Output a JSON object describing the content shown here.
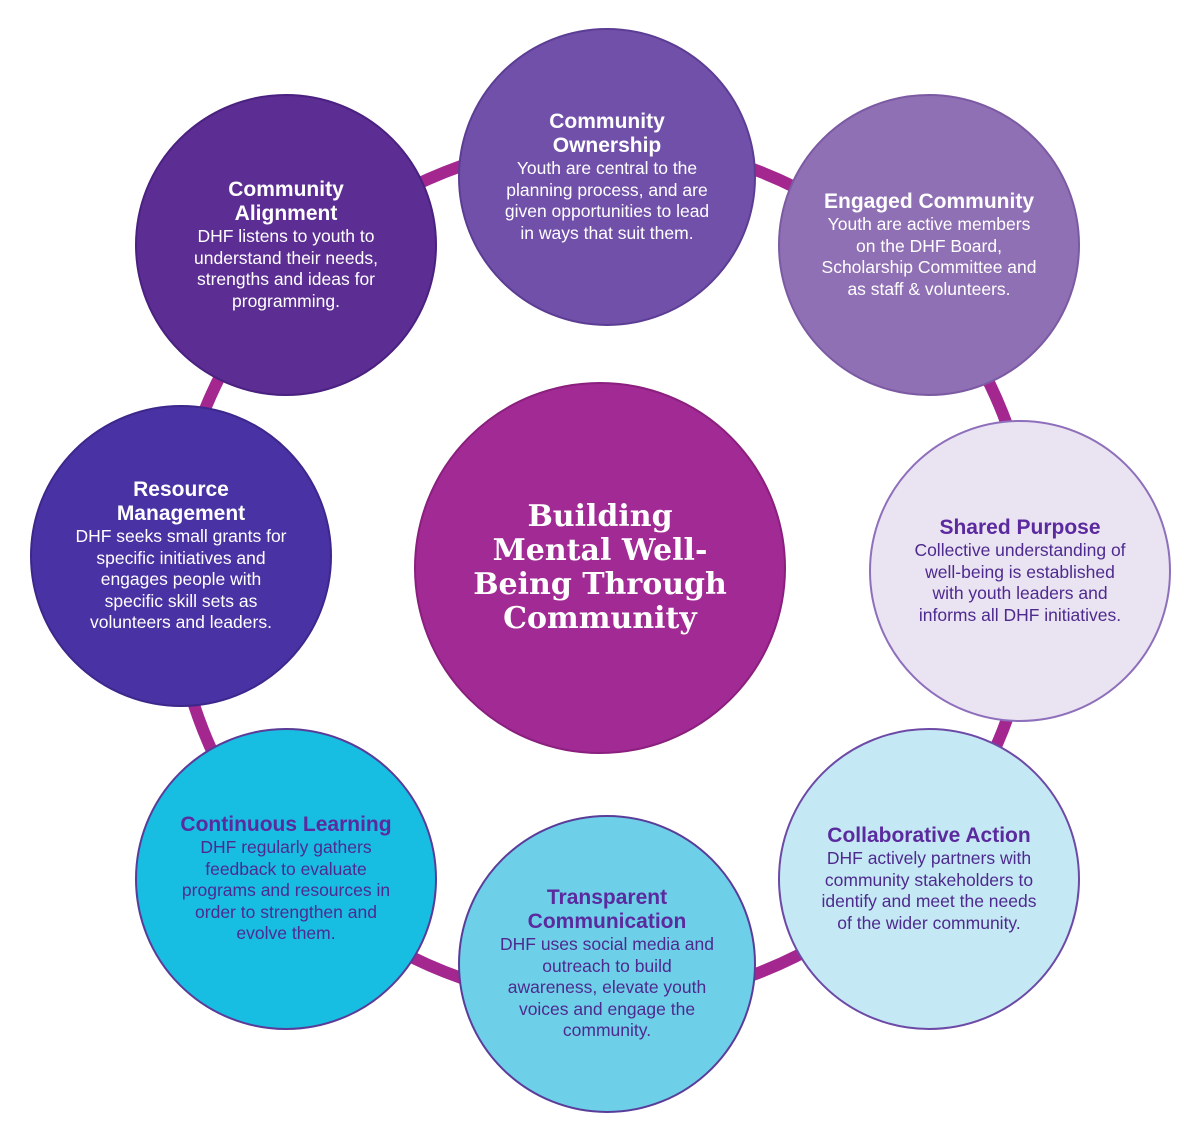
{
  "colors": {
    "ring": "#a3278f",
    "center": "#a22a94"
  },
  "center": {
    "title": "Building Mental Well-Being Through Community"
  },
  "nodes": [
    {
      "title": "Community Ownership",
      "body": "Youth are central to the planning process, and are given opportunities to lead in ways that suit them.",
      "color": "#7150aa"
    },
    {
      "title": "Engaged Community",
      "body": "Youth are active members on the DHF Board, Scholarship Committee and as staff & volunteers.",
      "color": "#9070b4"
    },
    {
      "title": "Shared Purpose",
      "body": "Collective understanding of well-being is established with youth leaders and informs all DHF initiatives.",
      "color": "#eae3f2"
    },
    {
      "title": "Collaborative Action",
      "body": "DHF actively partners with community stakeholders to identify and meet the needs of the wider community.",
      "color": "#c4e9f4"
    },
    {
      "title": "Transparent Communication",
      "body": "DHF uses social media and outreach to build awareness, elevate youth voices and engage the community.",
      "color": "#6ecfe8"
    },
    {
      "title": "Continuous Learning",
      "body": "DHF regularly gathers feedback to evaluate programs and resources in order to strengthen and evolve them.",
      "color": "#18bde2"
    },
    {
      "title": "Resource Management",
      "body": "DHF seeks small grants for specific initiatives and engages people with specific skill sets as volunteers and leaders.",
      "color": "#4932a3"
    },
    {
      "title": "Community Alignment",
      "body": "DHF listens to youth to understand their needs, strengths and ideas for programming.",
      "color": "#5c2d93"
    }
  ]
}
